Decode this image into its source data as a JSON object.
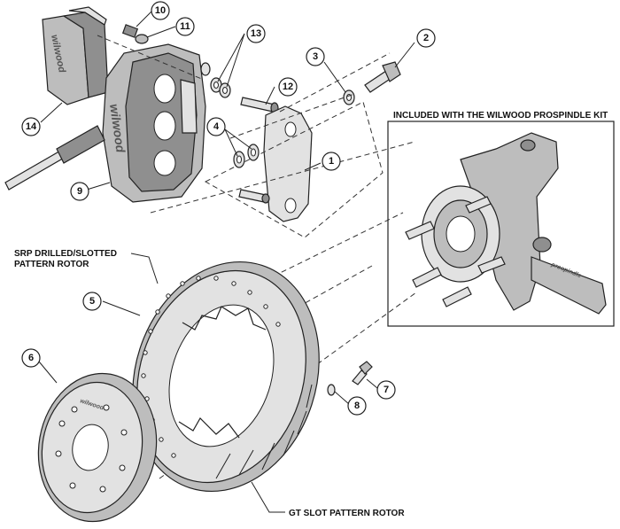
{
  "callouts": [
    "1",
    "2",
    "3",
    "4",
    "5",
    "6",
    "7",
    "8",
    "9",
    "10",
    "11",
    "12",
    "13",
    "14"
  ],
  "labels": {
    "inset_title": "INCLUDED WITH THE WILWOOD PROSPINDLE KIT",
    "rotor_top_line1": "SRP DRILLED/SLOTTED",
    "rotor_top_line2": "PATTERN ROTOR",
    "rotor_bottom": "GT SLOT PATTERN ROTOR"
  },
  "brand": {
    "pad_text": "wilwood",
    "caliper_text": "wilwood",
    "hat_text": "wilwood",
    "spindle_text": "prospindle"
  },
  "colors": {
    "line": "#222222",
    "metal": "#bdbdbd",
    "metal_dark": "#8f8f8f",
    "background": "#ffffff"
  }
}
